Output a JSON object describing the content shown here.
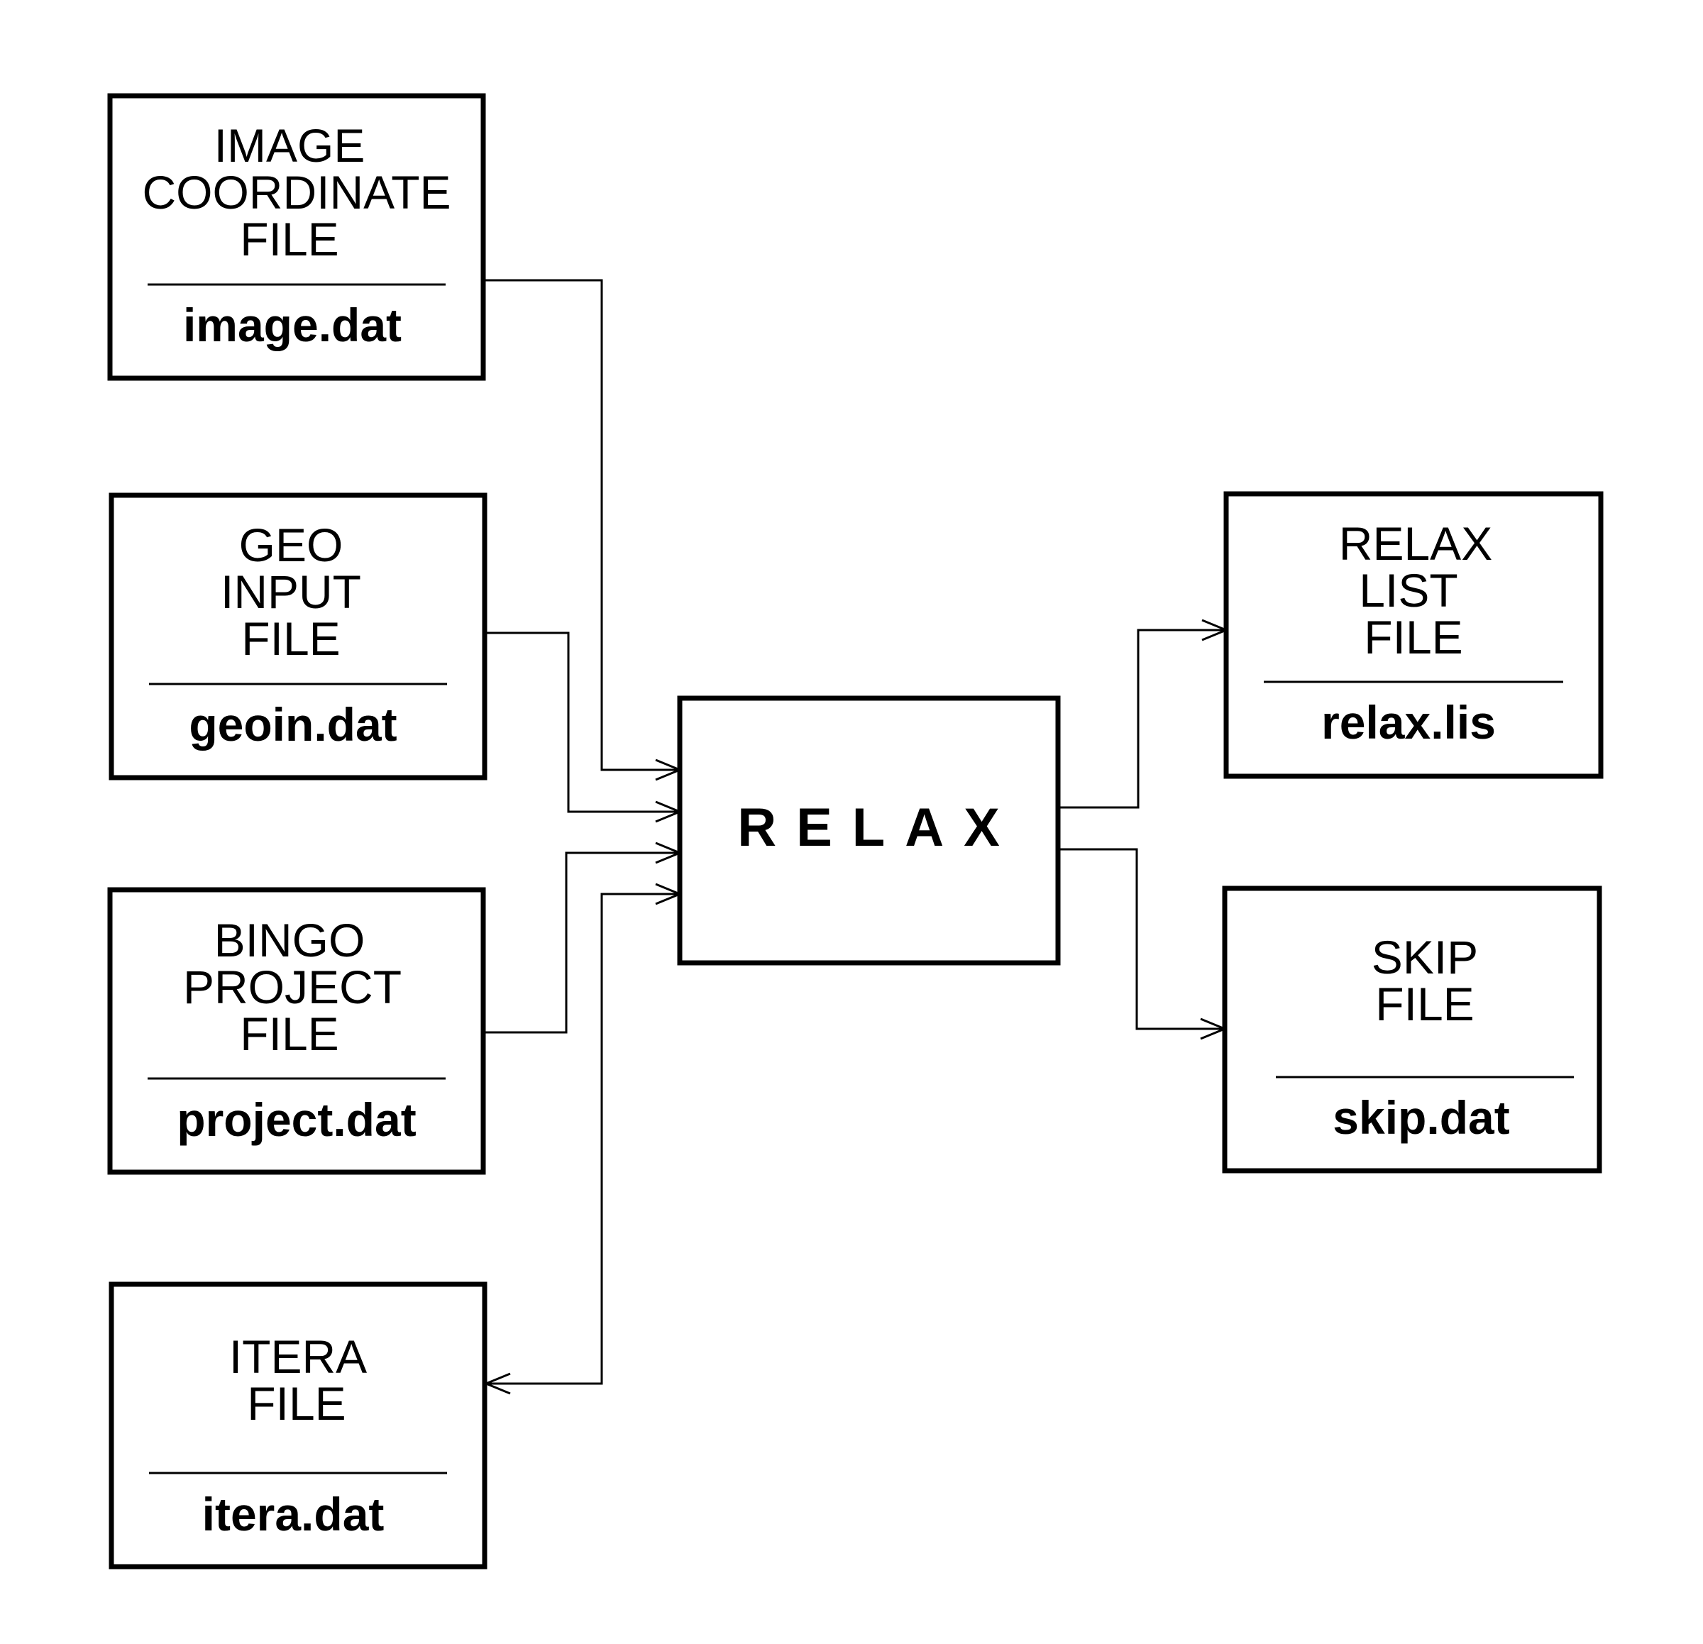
{
  "process": {
    "label": "RELAX"
  },
  "input_files": [
    {
      "title_lines": [
        "IMAGE",
        "COORDINATE",
        "FILE"
      ],
      "filename": "image.dat",
      "direction": "input"
    },
    {
      "title_lines": [
        "GEO",
        "INPUT",
        "FILE"
      ],
      "filename": "geoin.dat",
      "direction": "input"
    },
    {
      "title_lines": [
        "BINGO",
        "PROJECT",
        "FILE"
      ],
      "filename": "project.dat",
      "direction": "input"
    },
    {
      "title_lines": [
        "ITERA",
        "FILE"
      ],
      "filename": "itera.dat",
      "direction": "bidirectional"
    }
  ],
  "output_files": [
    {
      "title_lines": [
        "RELAX",
        "LIST",
        "FILE"
      ],
      "filename": "relax.lis",
      "direction": "output"
    },
    {
      "title_lines": [
        "SKIP",
        "FILE"
      ],
      "filename": "skip.dat",
      "direction": "output"
    }
  ]
}
